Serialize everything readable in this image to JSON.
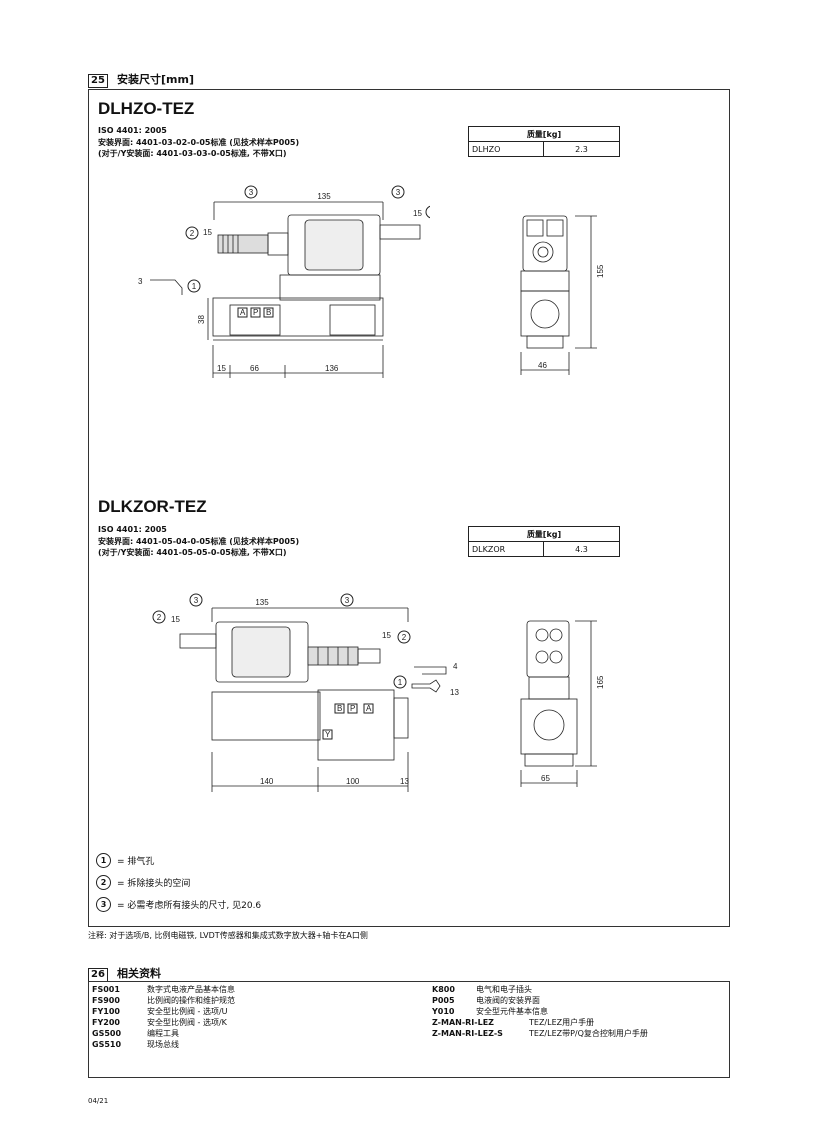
{
  "section25": {
    "num": "25",
    "title": "安装尺寸[mm]"
  },
  "model1": {
    "name": "DLHZO-TEZ",
    "iso": "ISO 4401: 2005",
    "line1": "安装界面: 4401-03-02-0-05标准 (见技术样本P005)",
    "line2": "(对于/Y安装面: 4401-03-03-0-05标准, 不带X口)",
    "mass_header": "质量[kg]",
    "mass_name": "DLHZO",
    "mass_value": "2.3",
    "dims": {
      "d135": "135",
      "d15a": "15",
      "d15b": "15",
      "d38": "38",
      "d15c": "15",
      "d66": "66",
      "d136": "136",
      "d155": "155",
      "d46": "46",
      "d3": "3",
      "c1": "1",
      "c2a": "2",
      "c2b": "2",
      "c3a": "3",
      "c3b": "3",
      "pA": "A",
      "pP": "P",
      "pB": "B"
    }
  },
  "model2": {
    "name": "DLKZOR-TEZ",
    "iso": "ISO 4401: 2005",
    "line1": "安装界面: 4401-05-04-0-05标准 (见技术样本P005)",
    "line2": "(对于/Y安装面: 4401-05-05-0-05标准, 不带X口)",
    "mass_header": "质量[kg]",
    "mass_name": "DLKZOR",
    "mass_value": "4.3",
    "dims": {
      "d135": "135",
      "d15a": "15",
      "d15b": "15",
      "d140": "140",
      "d100": "100",
      "d13": "13",
      "d165": "165",
      "d65": "65",
      "d4": "4",
      "d13w": "13",
      "c1": "1",
      "c2a": "2",
      "c2b": "2",
      "c3a": "3",
      "c3b": "3",
      "pB": "B",
      "pP": "P",
      "pA": "A",
      "pY": "Y"
    }
  },
  "legend": [
    {
      "num": "1",
      "text": "= 排气孔"
    },
    {
      "num": "2",
      "text": "= 拆除接头的空间"
    },
    {
      "num": "3",
      "text": "= 必需考虑所有接头的尺寸, 见20.6"
    }
  ],
  "note": "注释: 对于选项/B, 比例电磁铁, LVDT传感器和集成式数字放大器+轴卡在A口侧",
  "section26": {
    "num": "26",
    "title": "相关资料"
  },
  "docs_left": [
    {
      "code": "FS001",
      "text": "数字式电液产品基本信息"
    },
    {
      "code": "FS900",
      "text": "比例阀的操作和维护规范"
    },
    {
      "code": "FY100",
      "text": "安全型比例阀 - 选项/U"
    },
    {
      "code": "FY200",
      "text": "安全型比例阀 - 选项/K"
    },
    {
      "code": "GS500",
      "text": "编程工具"
    },
    {
      "code": "GS510",
      "text": "现场总线"
    }
  ],
  "docs_right": [
    {
      "code": "K800",
      "text": "电气和电子插头"
    },
    {
      "code": "P005",
      "text": "电液阀的安装界面"
    },
    {
      "code": "Y010",
      "text": "安全型元件基本信息"
    },
    {
      "code": "Z-MAN-RI-LEZ",
      "text": "TEZ/LEZ用户手册"
    },
    {
      "code": "Z-MAN-RI-LEZ-S",
      "text": "TEZ/LEZ带P/Q复合控制用户手册"
    }
  ],
  "footer": "04/21"
}
